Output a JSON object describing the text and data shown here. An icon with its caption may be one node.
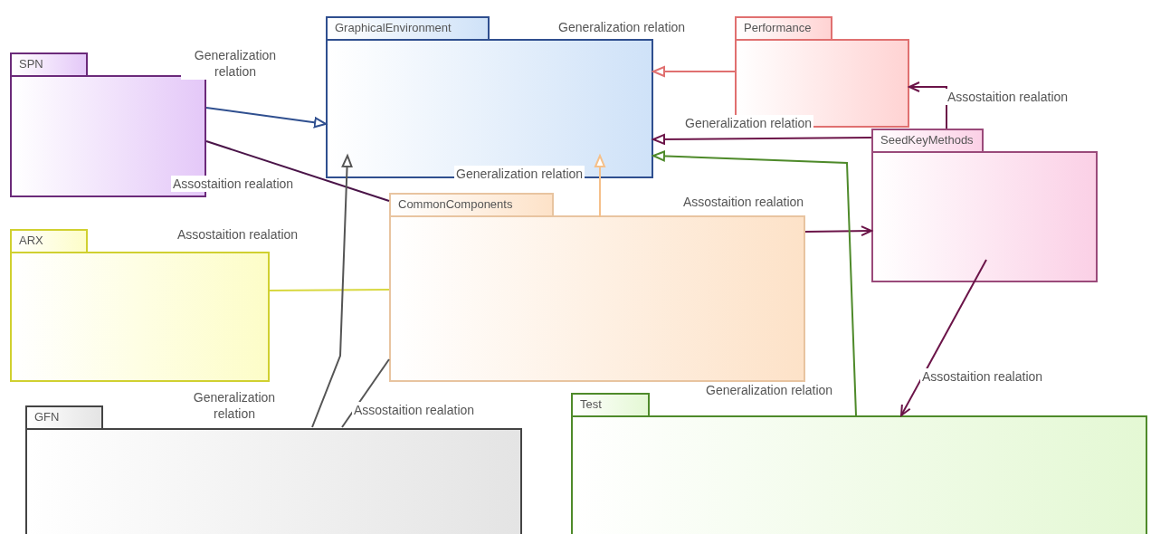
{
  "diagram": {
    "nodes": [
      {
        "text": [
          "GraphicalEnvironment"
        ]
      },
      {
        "text": [
          "Performance"
        ]
      },
      {
        "text": [
          "SPN"
        ]
      },
      {
        "text": [
          "SeedKeyMethods"
        ]
      },
      {
        "text": [
          "CommonComponents"
        ]
      },
      {
        "text": [
          "ARX"
        ]
      },
      {
        "text": [
          "GFN"
        ]
      },
      {
        "text": [
          "Test"
        ]
      }
    ],
    "edges": [
      {
        "from": 2,
        "to": 0,
        "arrow": "to",
        "label": "Generalization relation",
        "color": "#2f4f8f"
      },
      {
        "from": 1,
        "to": 0,
        "arrow": "to",
        "label": "Generalization relation",
        "color": "#e07070"
      },
      {
        "from": 3,
        "to": 0,
        "arrow": "to",
        "label": "Generalization relation",
        "color": "#6b1448"
      },
      {
        "from": 3,
        "to": 1,
        "arrow": "to",
        "label": "Assostaition realation",
        "color": "#6b1448"
      },
      {
        "from": 4,
        "to": 0,
        "arrow": "to",
        "label": "Generalization relation",
        "color": "#f5c08a"
      },
      {
        "from": 2,
        "to": 4,
        "arrow": "none",
        "label": "Assostaition realation",
        "color": "#4a1448"
      },
      {
        "from": 5,
        "to": 4,
        "arrow": "none",
        "label": "Assostaition realation",
        "color": "#d8d840"
      },
      {
        "from": 6,
        "to": 0,
        "arrow": "to",
        "label": "Generalization relation",
        "color": "#555555"
      },
      {
        "from": 6,
        "to": 4,
        "arrow": "none",
        "label": "Assostaition realation",
        "color": "#555555"
      },
      {
        "from": 4,
        "to": 3,
        "arrow": "to",
        "label": "Assostaition realation",
        "color": "#6b1448"
      },
      {
        "from": 7,
        "to": 0,
        "arrow": "to",
        "label": "Generalization relation",
        "color": "#4e8a2a"
      },
      {
        "from": 3,
        "to": 7,
        "arrow": "to",
        "label": "Assostaition realation",
        "color": "#6b1448"
      }
    ]
  }
}
